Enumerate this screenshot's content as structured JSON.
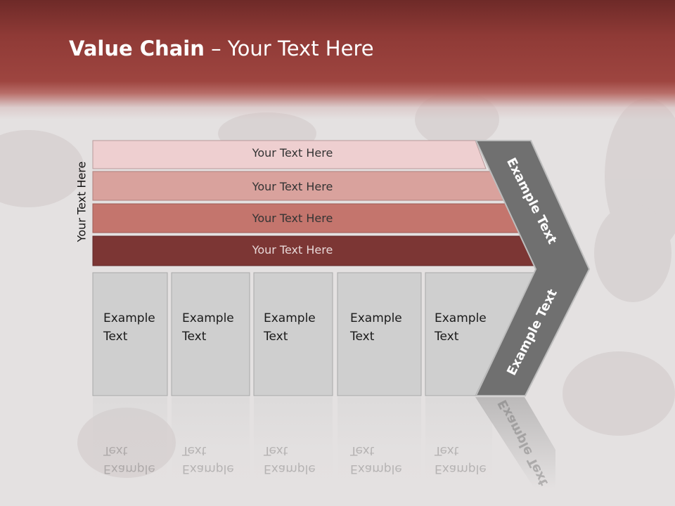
{
  "slide": {
    "title_bold": "Value Chain",
    "title_rest": " – Your Text Here",
    "side_label": "Your Text Here"
  },
  "bars": [
    {
      "label": "Your Text Here",
      "color": "#eecfd0",
      "text_color": "#333333"
    },
    {
      "label": "Your Text Here",
      "color": "#d9a29d",
      "text_color": "#333333"
    },
    {
      "label": "Your Text Here",
      "color": "#c4756d",
      "text_color": "#333333"
    },
    {
      "label": "Your Text Here",
      "color": "#7c3634",
      "text_color": "#e8d8d8"
    }
  ],
  "columns": [
    {
      "line1": "Example",
      "line2": "Text"
    },
    {
      "line1": "Example",
      "line2": "Text"
    },
    {
      "line1": "Example",
      "line2": "Text"
    },
    {
      "line1": "Example",
      "line2": "Text"
    },
    {
      "line1": "Example",
      "line2": "Text"
    }
  ],
  "chevron": {
    "upper_label": "Example Text",
    "lower_label": "Example Text",
    "color": "#707070"
  },
  "colors": {
    "header": "#9e4540",
    "column_fill": "#cfcfcf",
    "column_border": "#a9a9a9"
  }
}
